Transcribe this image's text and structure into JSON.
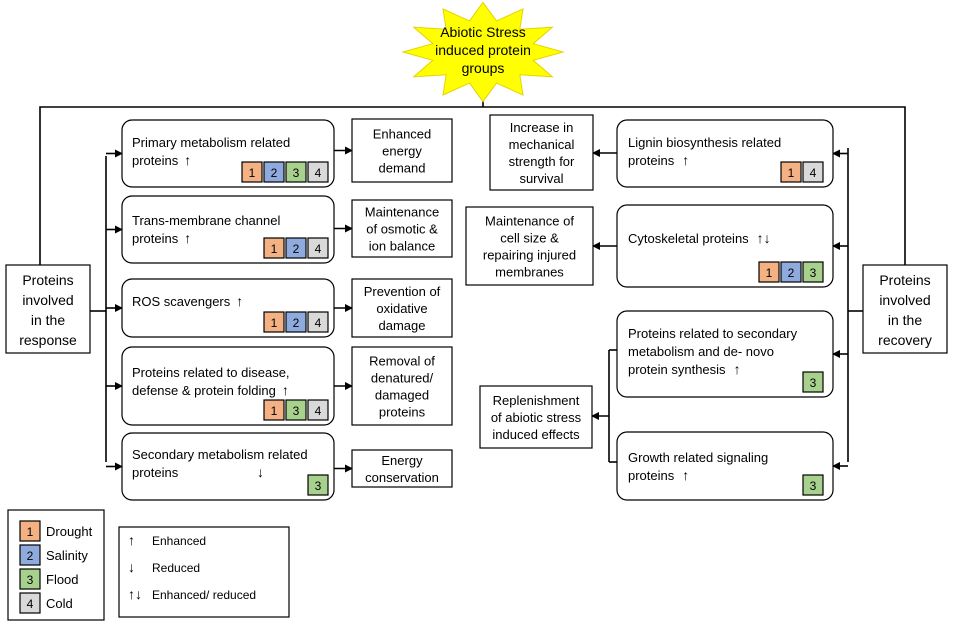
{
  "title": [
    "Abiotic Stress",
    "induced protein",
    "groups"
  ],
  "colors": {
    "drought": "#f4b183",
    "salinity": "#8faadc",
    "flood": "#a9d18e",
    "cold": "#d9d9d9",
    "star": "#ffff00",
    "line": "#000000"
  },
  "left": {
    "label": [
      "Proteins",
      "involved",
      "in the",
      "response"
    ],
    "groups": [
      {
        "name": [
          "Primary metabolism related",
          "proteins"
        ],
        "arrow": "↑",
        "badges": [
          "1",
          "2",
          "3",
          "4"
        ],
        "outcome": [
          "Enhanced",
          "energy",
          "demand"
        ]
      },
      {
        "name": [
          "Trans-membrane channel",
          "proteins"
        ],
        "arrow": "↑",
        "badges": [
          "1",
          "2",
          "4"
        ],
        "outcome": [
          "Maintenance",
          "of osmotic &",
          "ion balance"
        ]
      },
      {
        "name": [
          "ROS scavengers"
        ],
        "arrow": "↑",
        "badges": [
          "1",
          "2",
          "4"
        ],
        "outcome": [
          "Prevention of",
          "oxidative",
          "damage"
        ]
      },
      {
        "name": [
          "Proteins related to disease,",
          "defense & protein folding"
        ],
        "arrow": "↑",
        "badges": [
          "1",
          "3",
          "4"
        ],
        "outcome": [
          "Removal of",
          "denatured/",
          "damaged",
          "proteins"
        ]
      },
      {
        "name": [
          "Secondary metabolism related",
          "proteins"
        ],
        "arrow": "↓",
        "badges": [
          "3"
        ],
        "outcome": [
          "Energy",
          "conservation"
        ]
      }
    ]
  },
  "right": {
    "label": [
      "Proteins",
      "involved",
      "in the",
      "recovery"
    ],
    "groups": [
      {
        "name": [
          "Lignin biosynthesis related",
          "proteins"
        ],
        "arrow": "↑",
        "badges": [
          "1",
          "4"
        ]
      },
      {
        "name": [
          "Cytoskeletal proteins"
        ],
        "arrow": "↑↓",
        "badges": [
          "1",
          "2",
          "3"
        ]
      },
      {
        "name": [
          "Proteins related to secondary",
          "metabolism and de- novo",
          "protein synthesis"
        ],
        "arrow": "↑",
        "badges": [
          "3"
        ]
      },
      {
        "name": [
          "Growth related signaling",
          "proteins"
        ],
        "arrow": "↑",
        "badges": [
          "3"
        ]
      }
    ],
    "outcomes": [
      [
        "Increase in",
        "mechanical",
        "strength for",
        "survival"
      ],
      [
        "Maintenance of",
        "cell size &",
        "repairing injured",
        "membranes"
      ],
      [
        "Replenishment",
        "of abiotic stress",
        "induced effects"
      ]
    ]
  },
  "legend": {
    "stresses": [
      {
        "num": "1",
        "label": "Drought",
        "key": "drought"
      },
      {
        "num": "2",
        "label": "Salinity",
        "key": "salinity"
      },
      {
        "num": "3",
        "label": "Flood",
        "key": "flood"
      },
      {
        "num": "4",
        "label": "Cold",
        "key": "cold"
      }
    ],
    "arrows": [
      {
        "symbol": "↑",
        "label": "Enhanced"
      },
      {
        "symbol": "↓",
        "label": "Reduced"
      },
      {
        "symbol": "↑↓",
        "label": "Enhanced/ reduced"
      }
    ]
  }
}
